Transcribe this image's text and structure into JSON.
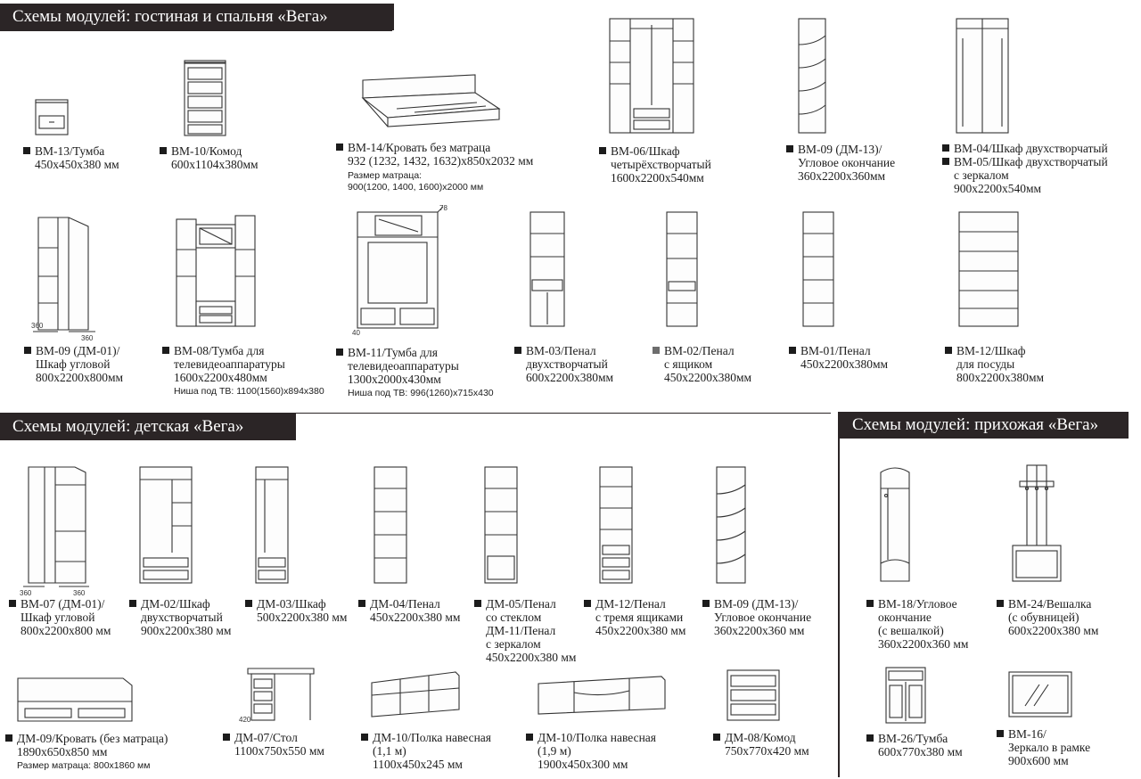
{
  "sections": {
    "living": "Схемы модулей: гостиная и спальня «Вега»",
    "kids": "Схемы модулей: детская «Вега»",
    "hall": "Схемы модулей: прихожая «Вега»"
  },
  "dims": {
    "d360": "360",
    "d420": "420",
    "d40": "40",
    "d78": "78"
  },
  "living": [
    {
      "lines": [
        "ВМ-13/Тумба",
        "450x450x380 мм"
      ]
    },
    {
      "lines": [
        "ВМ-10/Комод",
        "600x1104x380мм"
      ]
    },
    {
      "lines": [
        "ВМ-14/Кровать без матраца",
        "932 (1232, 1432, 1632)x850x2032 мм"
      ],
      "notes": [
        "Размер матраца:",
        "900(1200, 1400, 1600)x2000 мм"
      ]
    },
    {
      "lines": [
        "ВМ-06/Шкаф",
        "четырёхстворчатый",
        "1600x2200x540мм"
      ]
    },
    {
      "lines": [
        "ВМ-09 (ДМ-13)/",
        "Угловое окончание",
        "360x2200x360мм"
      ]
    },
    {
      "lines": [
        "ВМ-04/Шкаф двухстворчатый"
      ],
      "lines2": [
        "ВМ-05/Шкаф двухстворчатый",
        "с зеркалом",
        "900x2200x540мм"
      ]
    },
    {
      "lines": [
        "ВМ-09 (ДМ-01)/",
        "Шкаф угловой",
        "800x2200x800мм"
      ]
    },
    {
      "lines": [
        "ВМ-08/Тумба для",
        "телевидеоаппаратуры",
        "1600x2200x480мм"
      ],
      "notes": [
        "Ниша под ТВ: 1100(1560)x894x380"
      ]
    },
    {
      "lines": [
        "ВМ-11/Тумба для",
        "телевидеоаппаратуры",
        "1300x2000x430мм"
      ],
      "notes": [
        "Ниша под ТВ: 996(1260)x715x430"
      ]
    },
    {
      "lines": [
        "ВМ-03/Пенал",
        "двухстворчатый",
        "600x2200x380мм"
      ]
    },
    {
      "lines": [
        "ВМ-02/Пенал",
        "с ящиком",
        "450x2200x380мм"
      ]
    },
    {
      "lines": [
        "ВМ-01/Пенал",
        "450x2200x380мм"
      ]
    },
    {
      "lines": [
        "ВМ-12/Шкаф",
        "для посуды",
        "800x2200x380мм"
      ]
    }
  ],
  "kids": [
    {
      "lines": [
        "ВМ-07 (ДМ-01)/",
        "Шкаф угловой",
        "800x2200x800 мм"
      ]
    },
    {
      "lines": [
        "ДМ-02/Шкаф",
        "двухстворчатый",
        "900x2200x380 мм"
      ]
    },
    {
      "lines": [
        "ДМ-03/Шкаф",
        "500x2200x380 мм"
      ]
    },
    {
      "lines": [
        "ДМ-04/Пенал",
        "450x2200x380 мм"
      ]
    },
    {
      "lines": [
        "ДМ-05/Пенал",
        "со стеклом",
        "ДМ-11/Пенал",
        "с зеркалом",
        "450x2200x380 мм"
      ]
    },
    {
      "lines": [
        "ДМ-12/Пенал",
        "с тремя ящиками",
        "450x2200x380 мм"
      ]
    },
    {
      "lines": [
        "ВМ-09 (ДМ-13)/",
        "Угловое окончание",
        "360x2200x360 мм"
      ]
    },
    {
      "lines": [
        "ДМ-09/Кровать (без матраца)",
        "1890x650x850 мм"
      ],
      "notes": [
        "Размер матраца: 800x1860 мм"
      ]
    },
    {
      "lines": [
        "ДМ-07/Стол",
        "1100x750x550 мм"
      ]
    },
    {
      "lines": [
        "ДМ-10/Полка навесная",
        "(1,1 м)",
        "1100x450x245 мм"
      ]
    },
    {
      "lines": [
        "ДМ-10/Полка навесная",
        "(1,9 м)",
        "1900x450x300 мм"
      ]
    },
    {
      "lines": [
        "ДМ-08/Комод",
        "750x770x420 мм"
      ]
    }
  ],
  "hall": [
    {
      "lines": [
        "ВМ-18/Угловое",
        "окончание",
        "(с вешалкой)",
        "360x2200x360 мм"
      ]
    },
    {
      "lines": [
        "ВМ-24/Вешалка",
        "(с обувницей)",
        "600x2200x380 мм"
      ]
    },
    {
      "lines": [
        "ВМ-26/Тумба",
        "600x770x380 мм"
      ]
    },
    {
      "lines": [
        "ВМ-16/",
        "Зеркало в рамке",
        "900x600 мм"
      ]
    }
  ]
}
